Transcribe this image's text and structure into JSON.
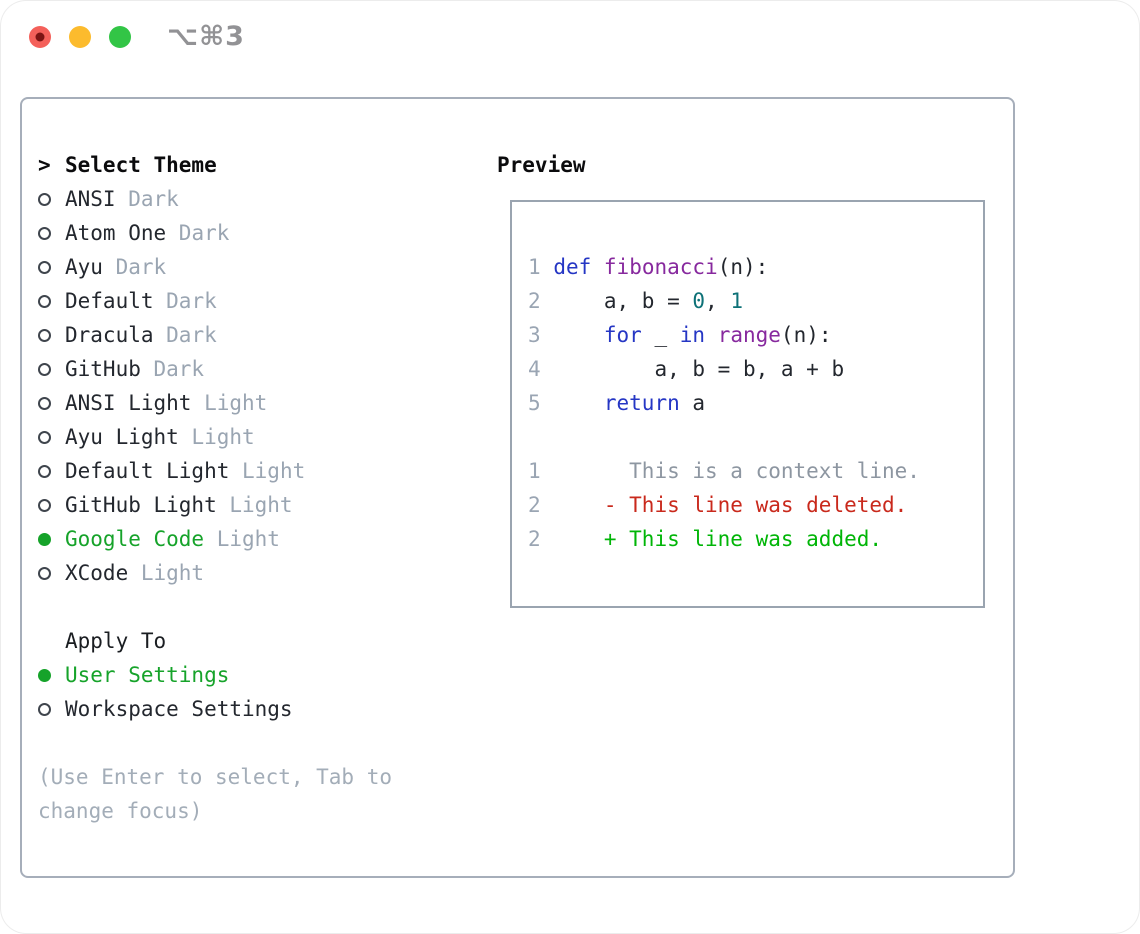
{
  "window": {
    "title_shortcut": "⌥⌘3",
    "traffic_lights": [
      {
        "name": "close-button",
        "color": "#f4605a",
        "has_modified_dot": true,
        "dot_color": "#7c1413"
      },
      {
        "name": "minimize-button",
        "color": "#fcbb2d"
      },
      {
        "name": "zoom-button",
        "color": "#32c546"
      }
    ]
  },
  "theme_picker": {
    "header": {
      "prompt": ">",
      "label": "Select Theme"
    },
    "themes": [
      {
        "name": "ANSI",
        "variant": "Dark",
        "selected": false
      },
      {
        "name": "Atom One",
        "variant": "Dark",
        "selected": false
      },
      {
        "name": "Ayu",
        "variant": "Dark",
        "selected": false
      },
      {
        "name": "Default",
        "variant": "Dark",
        "selected": false
      },
      {
        "name": "Dracula",
        "variant": "Dark",
        "selected": false
      },
      {
        "name": "GitHub",
        "variant": "Dark",
        "selected": false
      },
      {
        "name": "ANSI Light",
        "variant": "Light",
        "selected": false
      },
      {
        "name": "Ayu Light",
        "variant": "Light",
        "selected": false
      },
      {
        "name": "Default Light",
        "variant": "Light",
        "selected": false
      },
      {
        "name": "GitHub Light",
        "variant": "Light",
        "selected": false
      },
      {
        "name": "Google Code",
        "variant": "Light",
        "selected": true
      },
      {
        "name": "XCode",
        "variant": "Light",
        "selected": false
      }
    ],
    "apply_to": {
      "label": "Apply To",
      "options": [
        {
          "name": "User Settings",
          "selected": true
        },
        {
          "name": "Workspace Settings",
          "selected": false
        }
      ]
    },
    "help_lines": [
      "(Use Enter to select, Tab to",
      "change focus)"
    ]
  },
  "preview": {
    "label": "Preview",
    "lines": [
      {
        "num": "1",
        "tokens": [
          {
            "t": " ",
            "c": "pl"
          },
          {
            "t": "def",
            "c": "kw"
          },
          {
            "t": " ",
            "c": "pl"
          },
          {
            "t": "fibonacci",
            "c": "fn"
          },
          {
            "t": "(n):",
            "c": "pl"
          }
        ]
      },
      {
        "num": "2",
        "tokens": [
          {
            "t": "     a, b = ",
            "c": "pl"
          },
          {
            "t": "0",
            "c": "lit"
          },
          {
            "t": ", ",
            "c": "pl"
          },
          {
            "t": "1",
            "c": "lit"
          }
        ]
      },
      {
        "num": "3",
        "tokens": [
          {
            "t": "     ",
            "c": "pl"
          },
          {
            "t": "for",
            "c": "kw"
          },
          {
            "t": " _ ",
            "c": "pl"
          },
          {
            "t": "in",
            "c": "kw"
          },
          {
            "t": " ",
            "c": "pl"
          },
          {
            "t": "range",
            "c": "fn"
          },
          {
            "t": "(n):",
            "c": "pl"
          }
        ]
      },
      {
        "num": "4",
        "tokens": [
          {
            "t": "         a, b = b, a + b",
            "c": "pl"
          }
        ]
      },
      {
        "num": "5",
        "tokens": [
          {
            "t": "     ",
            "c": "pl"
          },
          {
            "t": "return",
            "c": "kw"
          },
          {
            "t": " a",
            "c": "pl"
          }
        ]
      },
      {
        "blank": true
      },
      {
        "num": "1",
        "tokens": [
          {
            "t": "       This is a context line.",
            "c": "ctx"
          }
        ]
      },
      {
        "num": "2",
        "tokens": [
          {
            "t": "     ",
            "c": "pl"
          },
          {
            "t": "- This line was deleted.",
            "c": "del"
          }
        ]
      },
      {
        "num": "2",
        "tokens": [
          {
            "t": "     ",
            "c": "pl"
          },
          {
            "t": "+ This line was added.",
            "c": "add"
          }
        ]
      }
    ]
  },
  "colors": {
    "selected_green": "#16a32a",
    "diff_added_green": "#00b507",
    "diff_deleted_red": "#c9291c",
    "diff_context_gray": "#8d96a1",
    "keyword_blue": "#2536c4",
    "function_purple": "#87299e",
    "literal_teal": "#0d7177",
    "muted_gray": "#9aa5b2",
    "panel_border": "#a6aeba",
    "text_dark": "#23272e"
  }
}
